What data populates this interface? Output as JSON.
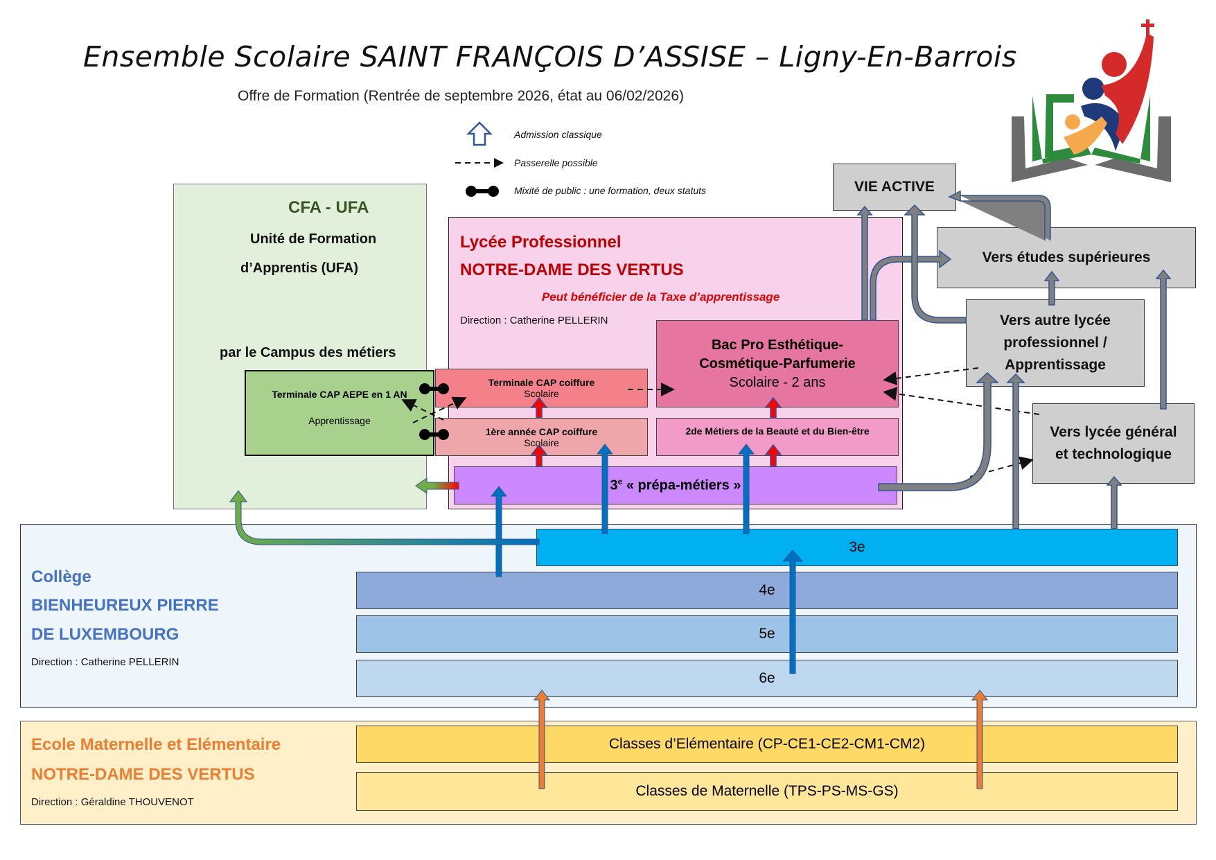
{
  "header": {
    "title": "Ensemble Scolaire SAINT FRANÇOIS D’ASSISE – Ligny-En-Barrois",
    "subtitle": "Offre de Formation (Rentrée de septembre 2026, état au 06/02/2026)",
    "logo_icon": "open-book-people-logo-icon"
  },
  "legend": {
    "items": [
      {
        "icon": "outline-up-arrow-icon",
        "label": "Admission classique"
      },
      {
        "icon": "dashed-arrow-icon",
        "label": "Passerelle possible"
      },
      {
        "icon": "dumbbell-link-icon",
        "label": "Mixité de public :  une formation, deux statuts"
      }
    ]
  },
  "cfa": {
    "title": "CFA - UFA",
    "line1": "Unité de Formation",
    "line2": "d’Apprentis (UFA)",
    "line3": "par le Campus des métiers",
    "program": {
      "name": "Terminale CAP AEPE en 1 AN",
      "status": "Apprentissage"
    }
  },
  "lycee": {
    "title1": "Lycée Professionnel",
    "title2": "NOTRE-DAME DES VERTUS",
    "note": "Peut bénéficier de la Taxe d’apprentissage",
    "direction": "Direction : Catherine PELLERIN",
    "programs": {
      "terminale_cap": {
        "name": "Terminale CAP coiffure",
        "status": "Scolaire"
      },
      "premiere_cap": {
        "name": "1ère année CAP coiffure",
        "status": "Scolaire"
      },
      "bac_pro": {
        "line1": "Bac Pro Esthétique-",
        "line2": "Cosmétique-Parfumerie",
        "status": "Scolaire - 2 ans"
      },
      "seconde": {
        "name": "2de Métiers de la Beauté et du Bien-être"
      },
      "prepa": {
        "prefix": "3",
        "sup": "e",
        "suffix": " « prépa-métiers »"
      }
    }
  },
  "outcomes": {
    "vie_active": "VIE ACTIVE",
    "etudes_sup": "Vers études supérieures",
    "autre_lycee_pro": {
      "line1": "Vers autre lycée",
      "line2": "professionnel /",
      "line3": "Apprentissage"
    },
    "lycee_gen": {
      "line1": "Vers lycée général",
      "line2": "et technologique"
    }
  },
  "college": {
    "title1": "Collège",
    "title2": "BIENHEUREUX PIERRE",
    "title3": "DE LUXEMBOURG",
    "direction": "Direction : Catherine PELLERIN",
    "levels": [
      "3e",
      "4e",
      "5e",
      "6e"
    ]
  },
  "ecole": {
    "title1": "Ecole Maternelle et Elémentaire",
    "title2": "NOTRE-DAME DES VERTUS",
    "direction": "Direction : Géraldine THOUVENOT",
    "levels": [
      "Classes d’Elémentaire (CP-CE1-CE2-CM1-CM2)",
      "Classes de Maternelle (TPS-PS-MS-GS)"
    ]
  },
  "colors": {
    "cfa_bg": "#e2efda",
    "cfa_title": "#375623",
    "cfa_program": "#a9d18e",
    "lycee_bg": "#f8d1ea",
    "lycee_title": "#c00000",
    "terminale_cap": "#f4818a",
    "premiere_cap": "#eea6ab",
    "bac_pro": "#e6769f",
    "seconde": "#f29ac8",
    "prepa": "#cc88ff",
    "outcome_gray": "#d0cfd0",
    "college_bg": "#eef5fb",
    "college_title": "#4472c4",
    "level_3e": "#00b0f0",
    "level_4e": "#8eaadb",
    "level_5e": "#9dc3e6",
    "level_6e": "#bdd7ee",
    "ecole_bg": "#fff0c9",
    "ecole_title": "#ed7d31",
    "elementaire": "#ffd966",
    "maternelle": "#ffe699",
    "arrow_blue": "#0070c0",
    "arrow_red": "#ff0000",
    "arrow_orange": "#ed7d31",
    "arrow_gray": "#808080",
    "arrow_outline": "#2f5597",
    "arrow_green": "#70ad47"
  }
}
